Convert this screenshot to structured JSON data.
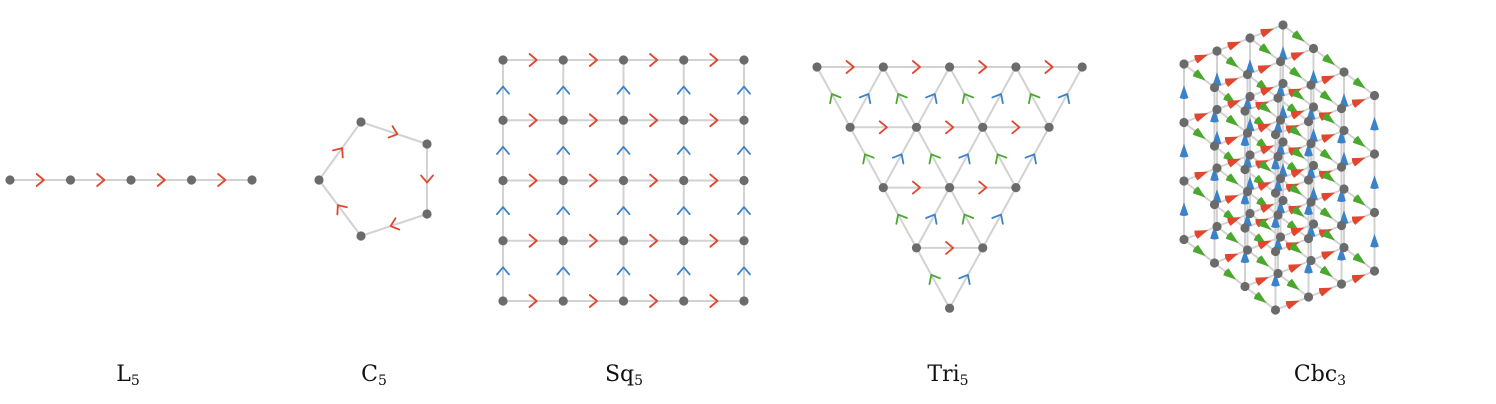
{
  "colors": {
    "node": "#6b6b6b",
    "edge": "#d2d2d2",
    "x_arrow": "#e2462f",
    "y_arrow": "#3b82c8",
    "z_arrow": "#4aa82e",
    "label": "#111111"
  },
  "panels": [
    {
      "id": "line",
      "name": "L",
      "subscript": "5"
    },
    {
      "id": "cycle",
      "name": "C",
      "subscript": "5"
    },
    {
      "id": "square",
      "name": "Sq",
      "subscript": "5"
    },
    {
      "id": "triangle",
      "name": "Tri",
      "subscript": "5"
    },
    {
      "id": "cubic",
      "name": "Cbc",
      "subscript": "3"
    }
  ]
}
